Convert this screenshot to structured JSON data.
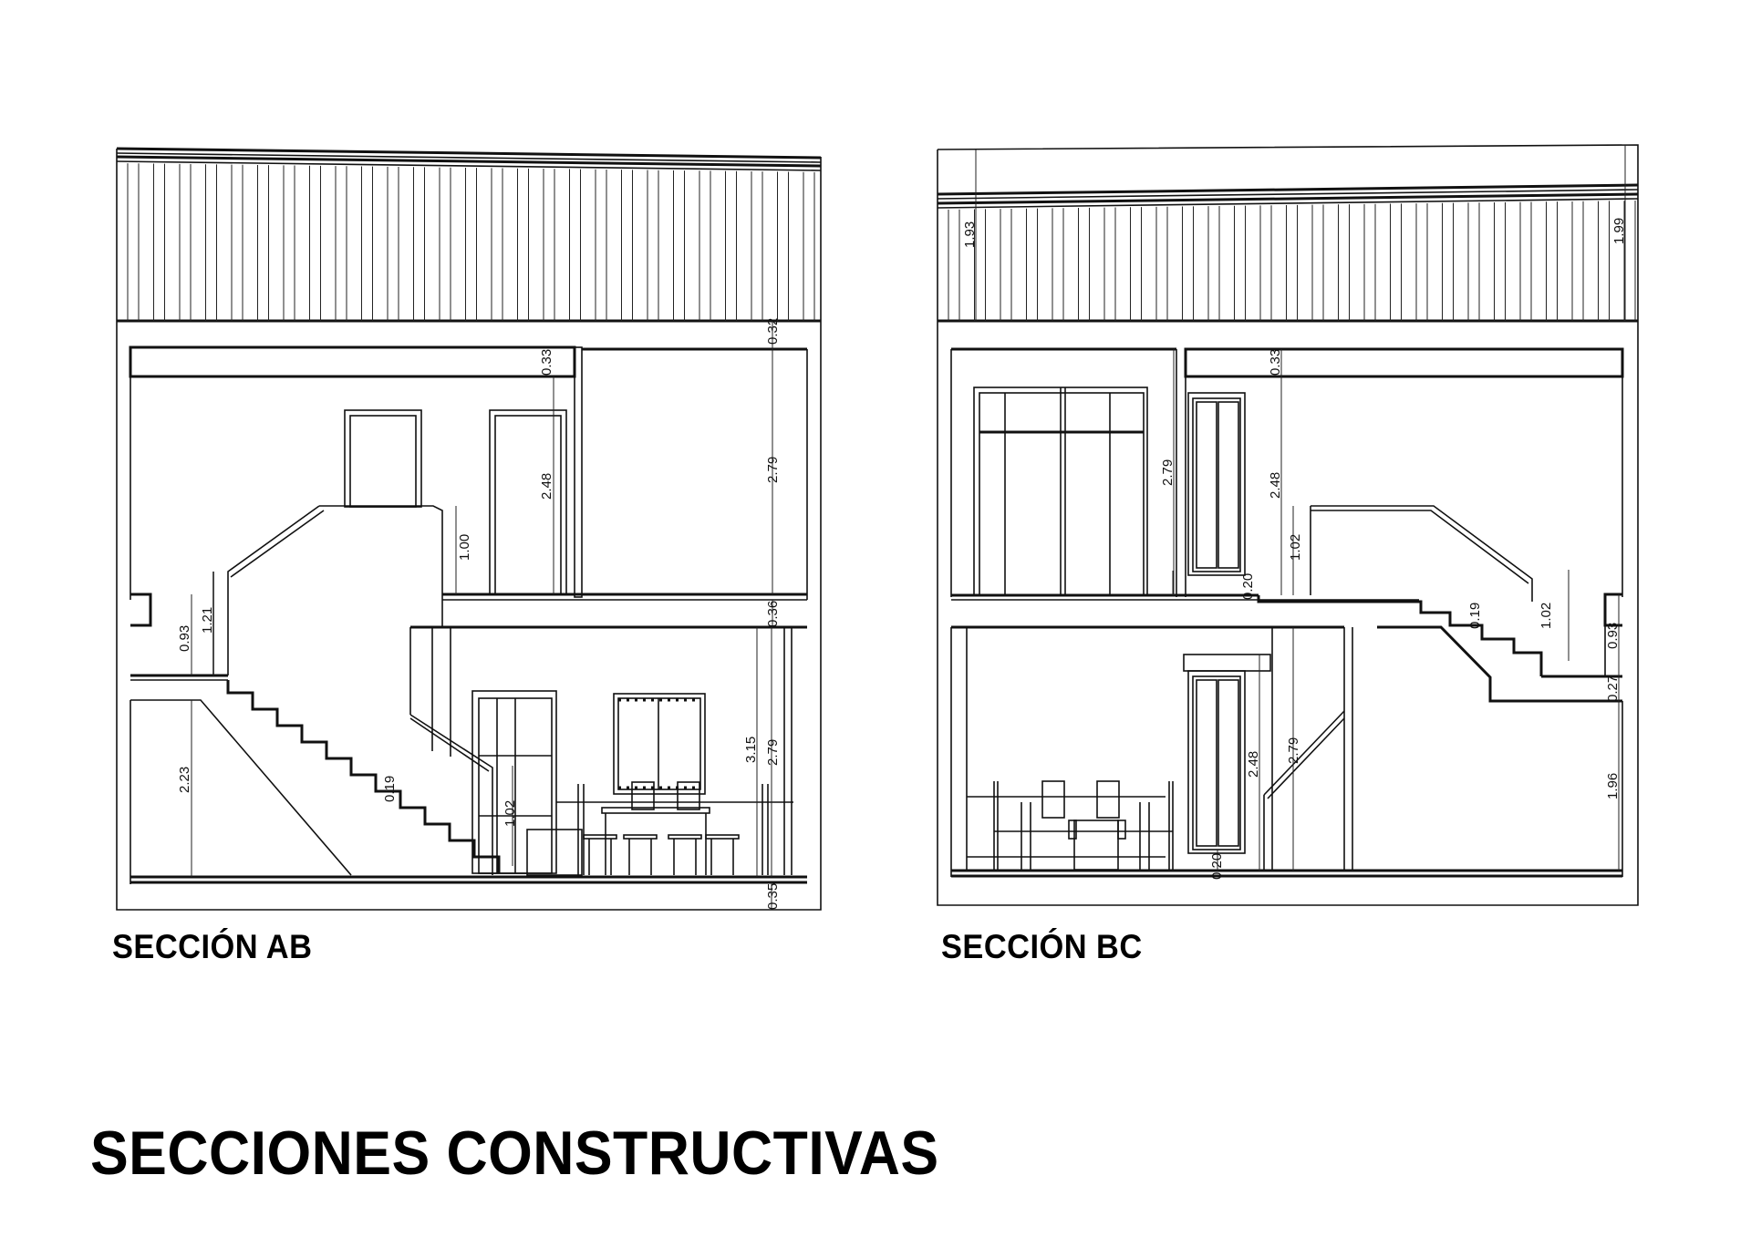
{
  "sheet": {
    "title": "SECCIONES CONSTRUCTIVAS",
    "background": "#ffffff",
    "line_color": "#111111"
  },
  "sections": [
    {
      "id": "AB",
      "label": "SECCIÓN AB",
      "dimensions": {
        "roof_parapet": "0.32",
        "upper_beam_left": "0.33",
        "upper_door_height": "2.48",
        "upper_room_height": "2.79",
        "upper_railing_height": "1.00",
        "slab_between_floors": "0.36",
        "landing_railing_height": "1.21",
        "landing_window_sill": "0.93",
        "under_stair_height": "2.23",
        "stair_riser": "0.19",
        "lower_railing_height": "1.02",
        "lower_window_height": "3.15",
        "lower_room_height": "2.79",
        "foundation": "0.35"
      }
    },
    {
      "id": "BC",
      "label": "SECCIÓN BC",
      "dimensions": {
        "roof_left_height": "1.93",
        "roof_right_height": "1.99",
        "upper_beam": "0.33",
        "upper_left_room_height": "2.79",
        "upper_door_height": "2.48",
        "upper_door_sill": "0.20",
        "upper_railing_height": "1.02",
        "stair_riser": "0.19",
        "landing_railing_height": "1.02",
        "landing_window_sill": "0.93",
        "landing_slab": "0.27",
        "lower_door_height": "2.48",
        "lower_room_height": "2.79",
        "lower_door_sill": "0.20",
        "under_landing_height": "1.96"
      }
    }
  ]
}
